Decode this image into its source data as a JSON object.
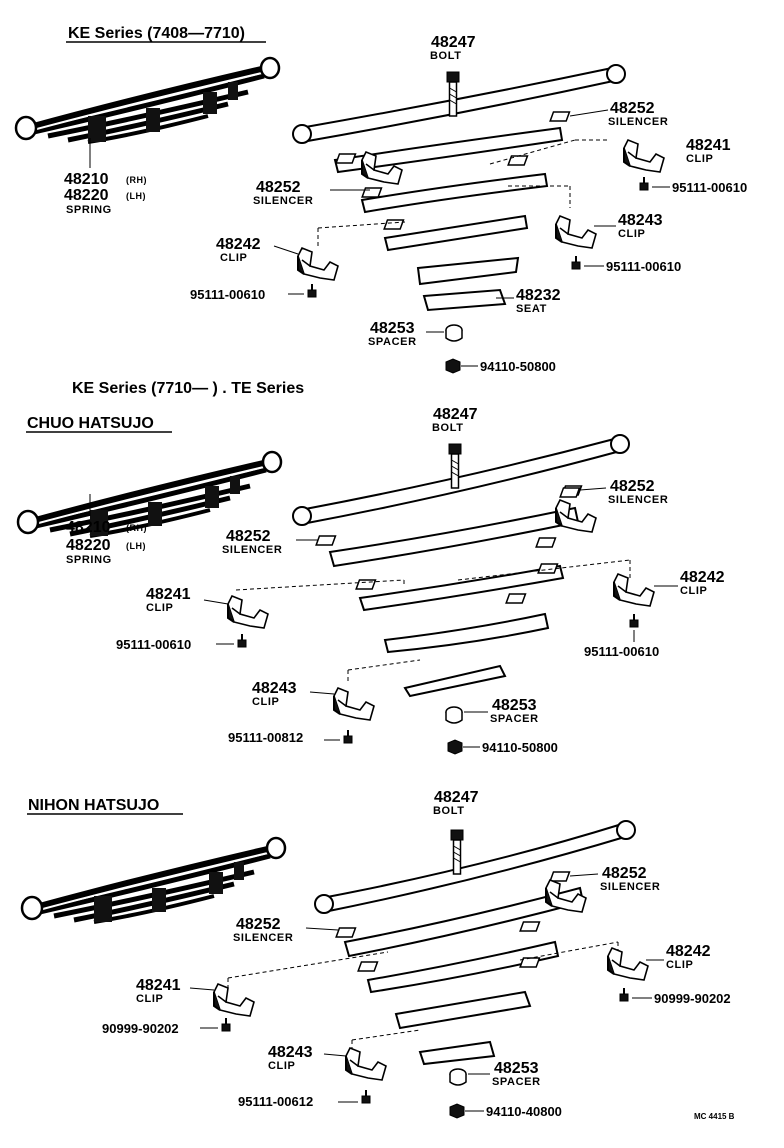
{
  "sections": [
    {
      "heading": "KE Series (7408—7710)",
      "subheading": "",
      "spring": {
        "rh": "48210",
        "rh_side": "(RH)",
        "lh": "48220",
        "lh_side": "(LH)",
        "label": "SPRING"
      },
      "parts": [
        {
          "num": "48247",
          "label": "BOLT"
        },
        {
          "num": "48252",
          "label": "SILENCER"
        },
        {
          "num": "48241",
          "label": "CLIP"
        },
        {
          "num": "95111-00610",
          "label": ""
        },
        {
          "num": "48252",
          "label": "SILENCER"
        },
        {
          "num": "48243",
          "label": "CLIP"
        },
        {
          "num": "48242",
          "label": "CLIP"
        },
        {
          "num": "95111-00610",
          "label": ""
        },
        {
          "num": "95111-00610",
          "label": ""
        },
        {
          "num": "48232",
          "label": "SEAT"
        },
        {
          "num": "48253",
          "label": "SPACER"
        },
        {
          "num": "94110-50800",
          "label": ""
        }
      ]
    },
    {
      "heading": "KE Series (7710—          ) . TE Series",
      "subheading": "CHUO HATSUJO",
      "spring": {
        "rh": "48210",
        "rh_side": "(RH)",
        "lh": "48220",
        "lh_side": "(LH)",
        "label": "SPRING"
      },
      "parts": [
        {
          "num": "48247",
          "label": "BOLT"
        },
        {
          "num": "48252",
          "label": "SILENCER"
        },
        {
          "num": "48252",
          "label": "SILENCER"
        },
        {
          "num": "48241",
          "label": "CLIP"
        },
        {
          "num": "48242",
          "label": "CLIP"
        },
        {
          "num": "95111-00610",
          "label": ""
        },
        {
          "num": "95111-00610",
          "label": ""
        },
        {
          "num": "48243",
          "label": "CLIP"
        },
        {
          "num": "48253",
          "label": "SPACER"
        },
        {
          "num": "95111-00812",
          "label": ""
        },
        {
          "num": "94110-50800",
          "label": ""
        }
      ]
    },
    {
      "heading": "",
      "subheading": "NIHON HATSUJO",
      "spring": {
        "rh": "",
        "rh_side": "",
        "lh": "",
        "lh_side": "",
        "label": ""
      },
      "parts": [
        {
          "num": "48247",
          "label": "BOLT"
        },
        {
          "num": "48252",
          "label": "SILENCER"
        },
        {
          "num": "48252",
          "label": "SILENCER"
        },
        {
          "num": "48242",
          "label": "CLIP"
        },
        {
          "num": "48241",
          "label": "CLIP"
        },
        {
          "num": "90999-90202",
          "label": ""
        },
        {
          "num": "90999-90202",
          "label": ""
        },
        {
          "num": "48243",
          "label": "CLIP"
        },
        {
          "num": "48253",
          "label": "SPACER"
        },
        {
          "num": "95111-00612",
          "label": ""
        },
        {
          "num": "94110-40800",
          "label": ""
        }
      ]
    }
  ],
  "footer": {
    "reference": "MC 4415 B"
  }
}
